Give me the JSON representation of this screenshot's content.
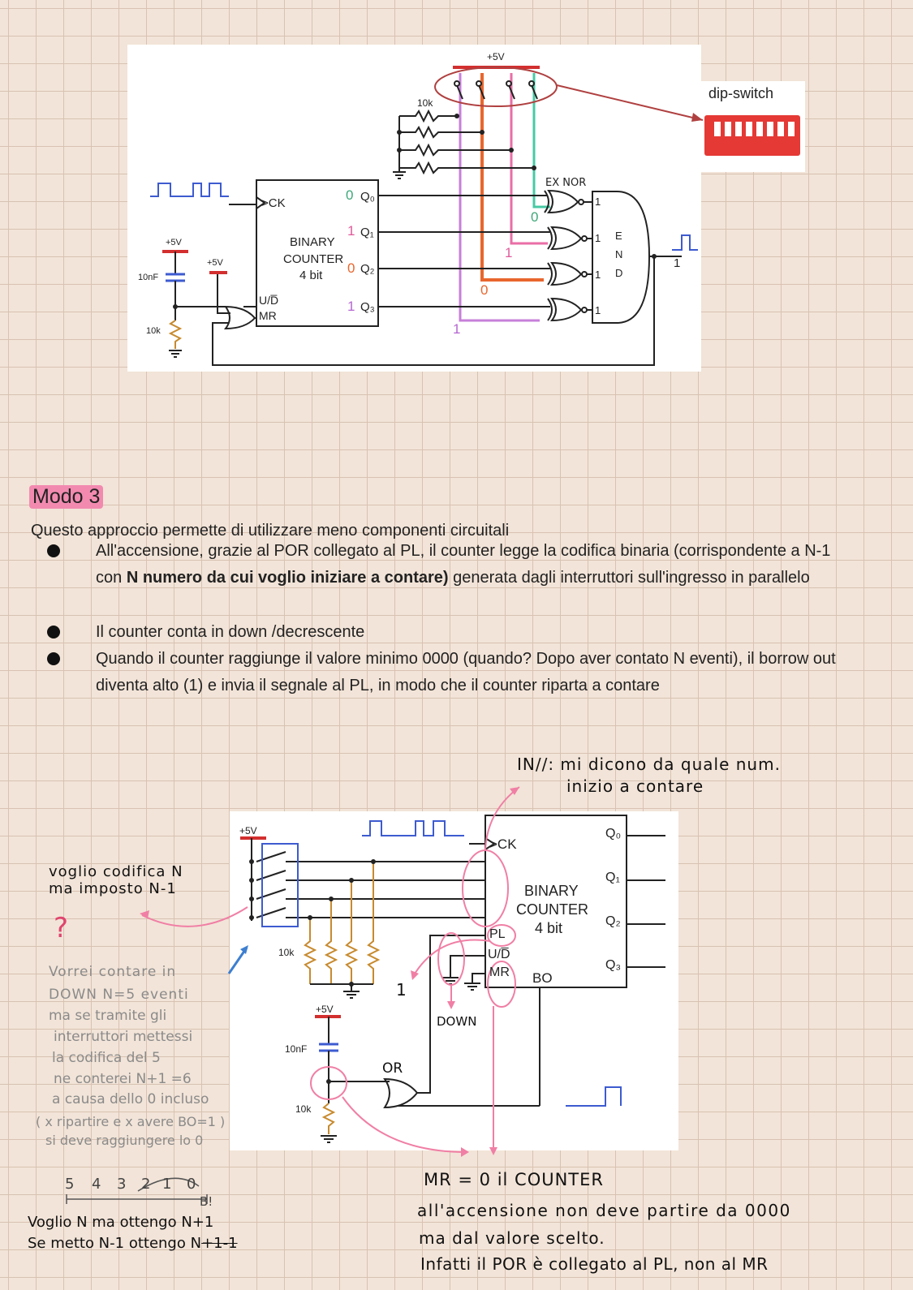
{
  "diagram1": {
    "supply_top": "+5V",
    "resistor_group": "10k",
    "dip_label": "dip-switch",
    "exnor_label": "EX NOR",
    "counter_lines": [
      "BINARY",
      "COUNTER",
      "4 bit"
    ],
    "ck": ">CK",
    "outputs": [
      "Q₀",
      "Q₁",
      "Q₂",
      "Q₃"
    ],
    "output_values": [
      "0",
      "1",
      "0",
      "1"
    ],
    "ud": "U/D̅",
    "mr": "MR",
    "por_supply": "+5V",
    "por_cap": "10nF",
    "por_res": "10k",
    "or_supply": "+5V",
    "and_letters": [
      "E",
      "N",
      "D"
    ],
    "and_inputs": [
      "1",
      "1",
      "1",
      "1"
    ],
    "and_output": "1",
    "wire_values": [
      "0",
      "1",
      "0",
      "1"
    ]
  },
  "section": {
    "title": "Modo 3",
    "intro": "Questo approccio permette di utilizzare meno componenti circuitali",
    "bullets": [
      {
        "pre": "All'accensione, grazie al POR collegato al PL, il counter legge la codifica binaria (corrispondente a N-1 con ",
        "bold": "N numero da cui voglio iniziare a contare)",
        "post": " generata dagli interruttori sull'ingresso in parallelo"
      },
      {
        "pre": "Il counter conta in down /decrescente",
        "bold": "",
        "post": ""
      },
      {
        "pre": "Quando il counter raggiunge il valore minimo 0000 (quando? Dopo aver contato N eventi), il borrow out diventa alto (1) e invia il segnale al PL, in modo che il counter riparta a contare",
        "bold": "",
        "post": ""
      }
    ]
  },
  "diagram2": {
    "supply_top": "+5V",
    "res_label": "10k",
    "ck": ">CK",
    "counter_lines": [
      "BINARY",
      "COUNTER",
      "4 bit"
    ],
    "outputs": [
      "Q₀",
      "Q₁",
      "Q₂",
      "Q₃"
    ],
    "pl": "PL",
    "ud": "U/D̅",
    "mr": "MR",
    "bo": "BO",
    "por_supply": "+5V",
    "por_cap": "10nF",
    "por_res": "10k",
    "or_label": "OR"
  },
  "notes": {
    "in_parallel": [
      "IN//: mi dicono da quale num.",
      "inizio a contare"
    ],
    "voglio": [
      "voglio codifica N",
      "ma imposto  N-1"
    ],
    "question": "?",
    "pink_lines": [
      "Vorrei  contare  in",
      "DOWN   N=5   eventi",
      "ma se tramite gli",
      "interruttori mettessi",
      "la codifica del 5",
      "ne conterei  N+1 =6",
      "a causa dello 0 incluso",
      "( x ripartire  e x avere  BO=1 )",
      "si deve raggiungere lo 0"
    ],
    "one": "1",
    "down": "DOWN",
    "numbers": [
      "5",
      "4",
      "3",
      "2",
      "1",
      "0"
    ],
    "b_mark": "B!",
    "bottom_left": [
      "Voglio N  ma ottengo N+1",
      "Se metto  N-1   ottengo N"
    ],
    "strike": "+1-1",
    "mr_note": [
      "MR = 0   il COUNTER",
      "all'accensione non deve partire da 0000",
      "ma dal valore scelto.",
      "Infatti il POR è collegato al PL, non al MR"
    ]
  }
}
